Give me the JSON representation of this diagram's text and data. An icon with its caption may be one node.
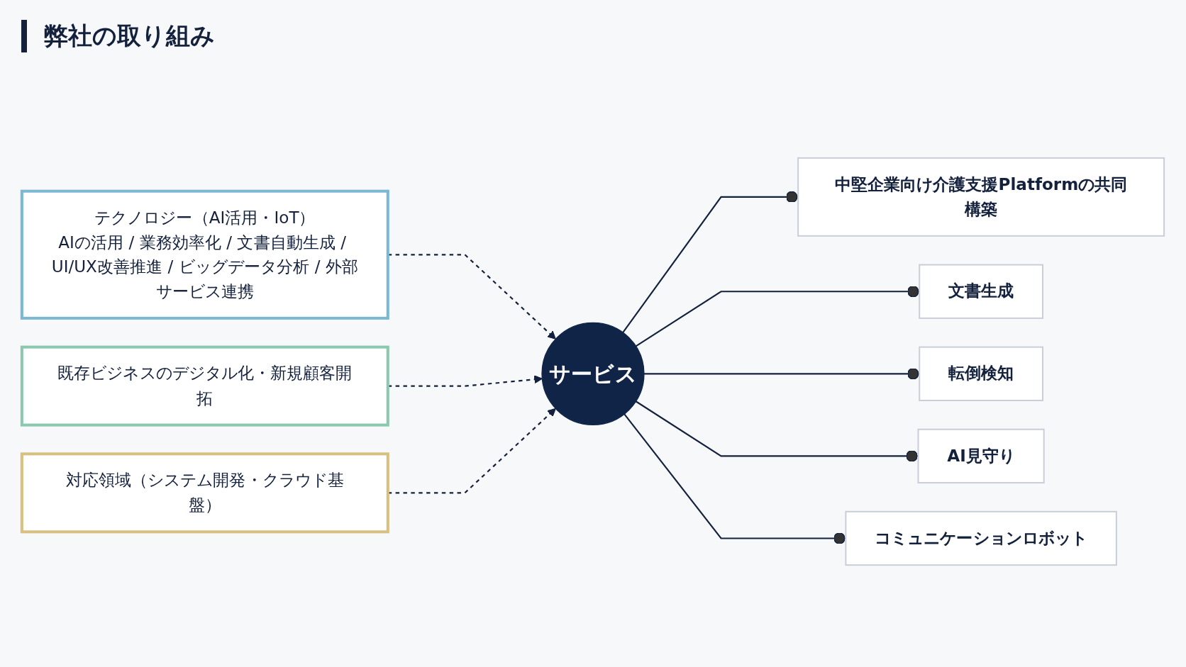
{
  "diagram": {
    "title": "弊社の取り組み",
    "nodes": [
      {
        "text": [
          "テクノロジー（AI活用・IoT）",
          "AIの活用 / 業務効率化 / 文書自動生成 / UI/UX改善推進 / ビッグデータ分析 / 外部サービス連携"
        ]
      },
      {
        "text": [
          "既存ビジネスのデジタル化・新規顧客開拓"
        ]
      },
      {
        "text": [
          "対応領域（システム開発・クラウド基盤）"
        ]
      },
      {
        "text": [
          "サービス"
        ]
      },
      {
        "text": [
          "中堅企業向け介護支援Platformの共同構築"
        ]
      },
      {
        "text": [
          "文書生成"
        ]
      },
      {
        "text": [
          "転倒検知"
        ]
      },
      {
        "text": [
          "AI見守り"
        ]
      },
      {
        "text": [
          "コミュニケーションロボット"
        ]
      }
    ],
    "edges": [
      {
        "from": 0,
        "to": 3,
        "arrow": "to",
        "style": "dashed"
      },
      {
        "from": 1,
        "to": 3,
        "arrow": "to",
        "style": "dashed"
      },
      {
        "from": 2,
        "to": 3,
        "arrow": "to",
        "style": "dashed"
      },
      {
        "from": 3,
        "to": 4,
        "arrow": "other"
      },
      {
        "from": 3,
        "to": 5,
        "arrow": "other"
      },
      {
        "from": 3,
        "to": 6,
        "arrow": "other"
      },
      {
        "from": 3,
        "to": 7,
        "arrow": "other"
      },
      {
        "from": 3,
        "to": 8,
        "arrow": "other"
      }
    ]
  }
}
